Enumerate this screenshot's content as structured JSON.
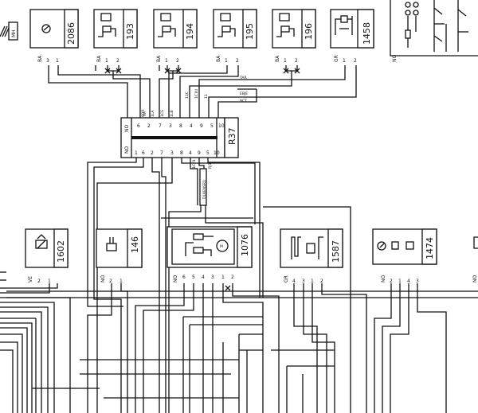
{
  "top_left_tag": "MH",
  "components_top": [
    {
      "id": "2086",
      "connector_color": "BA",
      "pins": [
        "3",
        "1"
      ]
    },
    {
      "id": "193",
      "connector_color": "BA",
      "pins": [
        "1",
        "2"
      ]
    },
    {
      "id": "194",
      "connector_color": "BA",
      "pins": [
        "1",
        "2"
      ]
    },
    {
      "id": "195",
      "connector_color": "BA",
      "pins": [
        "1",
        "2"
      ]
    },
    {
      "id": "196",
      "connector_color": "BA",
      "pins": [
        "1",
        "2"
      ]
    },
    {
      "id": "1458",
      "connector_color": "GR",
      "pins": [
        "1",
        "2"
      ]
    }
  ],
  "top_right_connector_color": "NO",
  "wire_labels_top": [
    "TAR",
    "EBJE",
    "9CT"
  ],
  "r37": {
    "id": "R37",
    "top_color": "NO",
    "bottom_color": "NO",
    "top_pins": [
      "6",
      "2",
      "7",
      "3",
      "8",
      "4",
      "9",
      "5",
      "10"
    ],
    "bottom_pins": [
      "1",
      "6",
      "2",
      "7",
      "3",
      "8",
      "4",
      "9",
      "5",
      "10"
    ],
    "top_wire_labels": [
      "9A",
      "9DR",
      "1LA",
      "1CS",
      "1LB",
      "11C",
      "1C1U",
      "11"
    ],
    "bottom_wire_labels": [
      "1CP1",
      "RJ1"
    ],
    "vertical_wire_label": "DL8ENSR1"
  },
  "components_bottom": [
    {
      "id": "1602",
      "connector_color": "VE",
      "pins": [
        "2",
        "1"
      ]
    },
    {
      "id": "146",
      "connector_color": "NO",
      "pins": [
        "2",
        "1"
      ]
    },
    {
      "id": "1076",
      "connector_color": "NO",
      "pins": [
        "6",
        "5",
        "4",
        "3",
        "1",
        "2"
      ]
    },
    {
      "id": "1587",
      "connector_color": "GR",
      "pins": [
        "4",
        "3",
        "1",
        "2"
      ]
    },
    {
      "id": "1474",
      "connector_color": "NO",
      "pins": [
        "2",
        "1",
        "4",
        "3"
      ]
    }
  ],
  "bottom_right_connector_color": "NO"
}
